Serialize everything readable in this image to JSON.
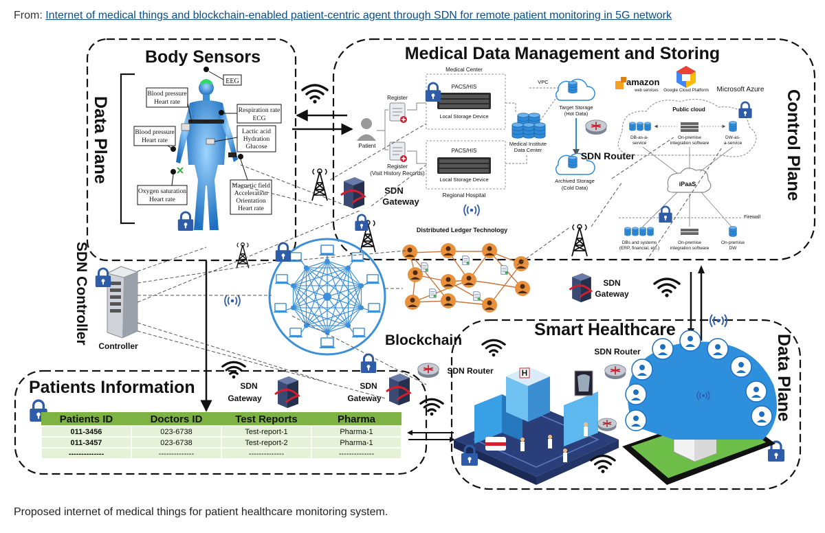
{
  "source": {
    "prefix": "From:",
    "link_text": "Internet of medical things and blockchain-enabled patient-centric agent through SDN for remote patient monitoring in 5G network"
  },
  "caption": "Proposed internet of medical things for patient healthcare monitoring system.",
  "diagram": {
    "body_sensors": {
      "title": "Body Sensors",
      "side_label": "Data Plane",
      "labels": {
        "eeg": "EEG",
        "bp1_a": "Blood pressure",
        "bp1_b": "Heart rate",
        "resp_a": "Respiration rate",
        "resp_b": "ECG",
        "bp2_a": "Blood pressure",
        "bp2_b": "Heart rate",
        "lactic_a": "Lactic acid",
        "lactic_b": "Hydration",
        "lactic_c": "Glucose",
        "oxy_a": "Oxygen saturation",
        "oxy_b": "Heart rate",
        "mag_a": "Magnetic field",
        "mag_b": "Acceleration",
        "mag_c": "Orientation",
        "mag_d": "Heart rate"
      }
    },
    "medical_data": {
      "title": "Medical Data Management and Storing",
      "side_label": "Control Plane",
      "medical_center": "Medical Center",
      "pacs1": "PACS/HIS",
      "local_storage1": "Local Storage Device",
      "pacs2": "PACS/HIS",
      "local_storage2": "Local Storage Device",
      "register1": "Register",
      "register2_a": "Register",
      "register2_b": "(Visit History Records)",
      "patient": "Patient",
      "regional_hospital": "Regional Hospital",
      "vpc": "VPC",
      "target_a": "Target Storage",
      "target_b": "(Hot Data)",
      "archived_a": "Archived Storage",
      "archived_b": "(Cold Data)",
      "institute_a": "Medical Institute",
      "institute_b": "Data Center",
      "sdn_router": "SDN Router",
      "sdn_gateway_a": "SDN",
      "sdn_gateway_b": "Gateway",
      "dlt": "Distributed Ledger Technology",
      "amazon": "amazon",
      "amazon_sub": "web services",
      "google": "Google Cloud Platform",
      "azure": "Microsoft Azure",
      "public_cloud": "Public cloud",
      "dbaas_a": "DB-as-a-",
      "dbaas_b": "service",
      "onprem_int1_a": "On-premise",
      "onprem_int1_b": "integration software",
      "dwaas_a": "DW-as-",
      "dwaas_b": "a-service",
      "ipaas": "iPaaS",
      "firewall": "Firewall",
      "dbs_a": "DBs and systems",
      "dbs_b": "(ERP, financial, etc.)",
      "onprem_int2_a": "On-premise",
      "onprem_int2_b": "integration software",
      "onprem_dw_a": "On-premise",
      "onprem_dw_b": "DW"
    },
    "sdn_controller": {
      "side_label": "SDN Controller",
      "controller": "Controller"
    },
    "blockchain": {
      "label": "Blockchain",
      "sdn_gateway_a": "SDN",
      "sdn_gateway_b": "Gateway"
    },
    "patients_info": {
      "title": "Patients Information",
      "gateway1_a": "SDN",
      "gateway1_b": "Gateway",
      "gateway2_a": "SDN",
      "gateway2_b": "Gateway",
      "table": {
        "headers": [
          "Patients ID",
          "Doctors ID",
          "Test Reports",
          "Pharma"
        ],
        "rows": [
          [
            "011-3456",
            "023-6738",
            "Test-report-1",
            "Pharma-1"
          ],
          [
            "011-3457",
            "023-6738",
            "Test-report-2",
            "Pharma-1"
          ],
          [
            "--------------",
            "--------------",
            "--------------",
            "--------------"
          ]
        ]
      }
    },
    "smart_healthcare": {
      "title": "Smart Healthcare",
      "side_label": "Data Plane",
      "sdn_router1": "SDN Router",
      "sdn_router2": "SDN Router",
      "hospital_sign": "H"
    }
  },
  "colors": {
    "body_blue": "#3a8fd6",
    "ring_blue": "#3d8fd8",
    "node_orange": "#e8903a",
    "ledger_line": "#c8743a",
    "table_header": "#7cb342",
    "table_row": "#e6f2d8",
    "cloud_blue": "#2c8ad9",
    "lock_blue": "#2f5ca8"
  }
}
